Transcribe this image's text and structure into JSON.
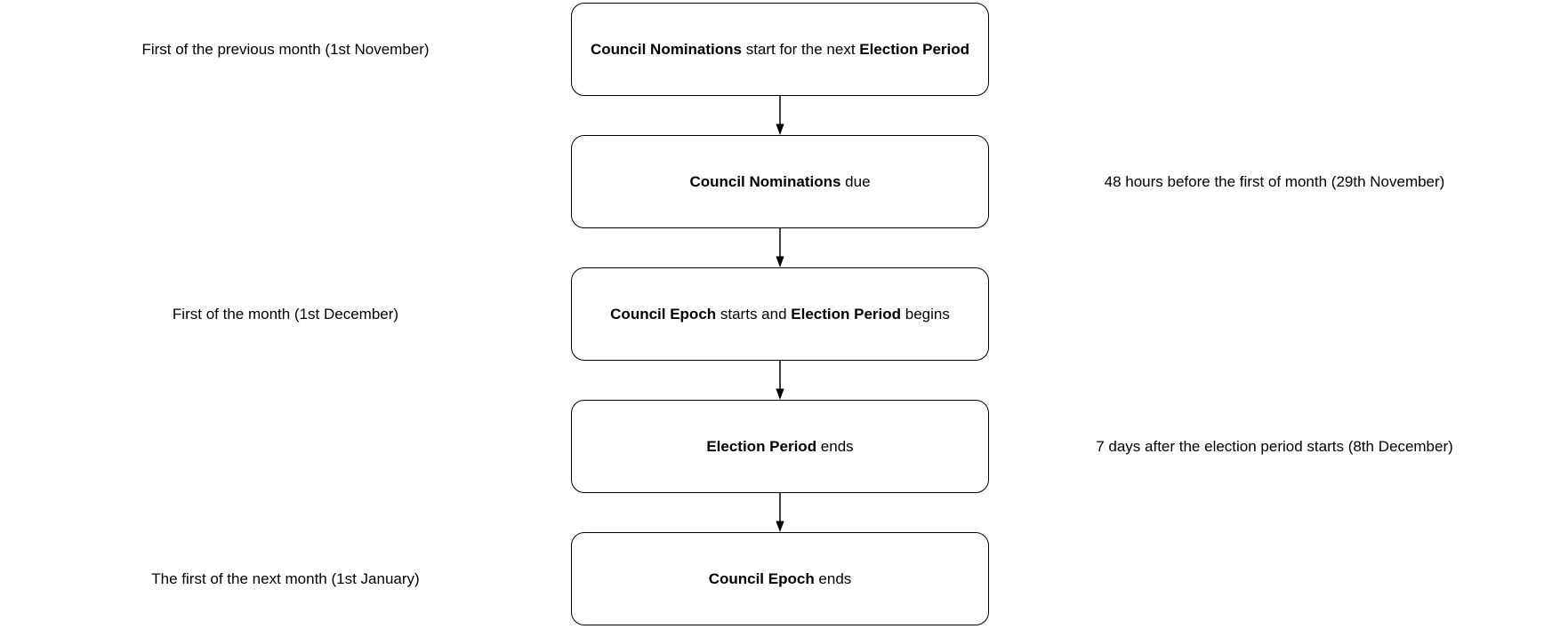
{
  "diagram": {
    "colors": {
      "background": "#ffffff",
      "stroke": "#000000",
      "text": "#000000",
      "node_fill": "#ffffff"
    },
    "rows": [
      {
        "node_segments": [
          {
            "text": "Council Nominations",
            "bold": true
          },
          {
            "text": " start for the next ",
            "bold": false
          },
          {
            "text": "Election Period",
            "bold": true
          }
        ],
        "annotation": {
          "side": "left",
          "text": "First of the previous month (1st November)"
        }
      },
      {
        "node_segments": [
          {
            "text": "Council Nominations",
            "bold": true
          },
          {
            "text": " due",
            "bold": false
          }
        ],
        "annotation": {
          "side": "right",
          "text": "48 hours before the first of month (29th November)"
        }
      },
      {
        "node_segments": [
          {
            "text": "Council Epoch",
            "bold": true
          },
          {
            "text": " starts and ",
            "bold": false
          },
          {
            "text": "Election Period",
            "bold": true
          },
          {
            "text": " begins",
            "bold": false
          }
        ],
        "annotation": {
          "side": "left",
          "text": "First of the month (1st December)"
        }
      },
      {
        "node_segments": [
          {
            "text": "Election Period",
            "bold": true
          },
          {
            "text": " ends",
            "bold": false
          }
        ],
        "annotation": {
          "side": "right",
          "text": "7 days after the election period starts (8th December)"
        }
      },
      {
        "node_segments": [
          {
            "text": "Council Epoch",
            "bold": true
          },
          {
            "text": " ends",
            "bold": false
          }
        ],
        "annotation": {
          "side": "left",
          "text": "The first of the next month (1st January)"
        }
      }
    ]
  }
}
